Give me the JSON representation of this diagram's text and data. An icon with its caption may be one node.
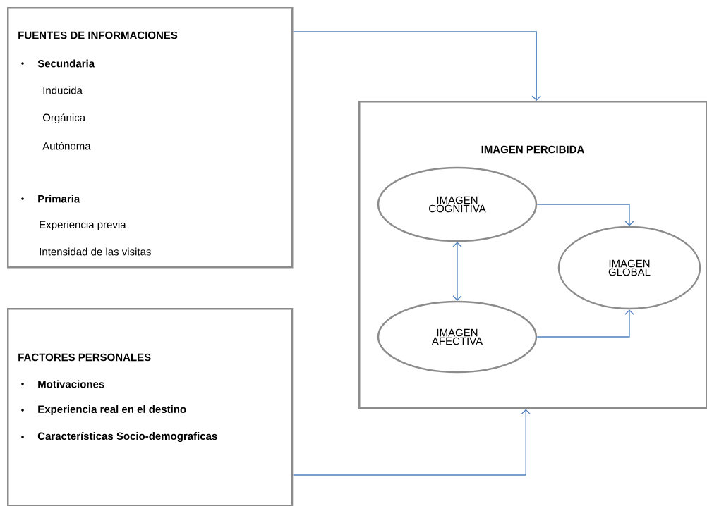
{
  "diagram": {
    "nodes": [
      {
        "text": [
          "FUENTES DE INFORMACIONES",
          "Secundaria",
          "Inducida",
          "Orgánica",
          "Autónoma",
          "Primaria",
          "Experiencia previa",
          "Intensidad de las visitas"
        ]
      },
      {
        "text": [
          "FACTORES PERSONALES",
          "Motivaciones",
          "Experiencia real en el destino",
          "Características Socio-demograficas"
        ]
      },
      {
        "text": [
          "IMAGEN PERCIBIDA"
        ]
      },
      {
        "text": [
          "IMAGEN COGNITIVA"
        ],
        "in": 2
      },
      {
        "text": [
          "IMAGEN AFECTIVA"
        ],
        "in": 2
      },
      {
        "text": [
          "IMAGEN GLOBAL"
        ],
        "in": 2
      }
    ],
    "edges": [
      {
        "from": 0,
        "to": 2,
        "arrow": "to"
      },
      {
        "from": 1,
        "to": 2,
        "arrow": "to"
      },
      {
        "from": 3,
        "to": 4,
        "arrow": "both"
      },
      {
        "from": 3,
        "to": 5,
        "arrow": "to"
      },
      {
        "from": 4,
        "to": 5,
        "arrow": "to"
      }
    ]
  }
}
